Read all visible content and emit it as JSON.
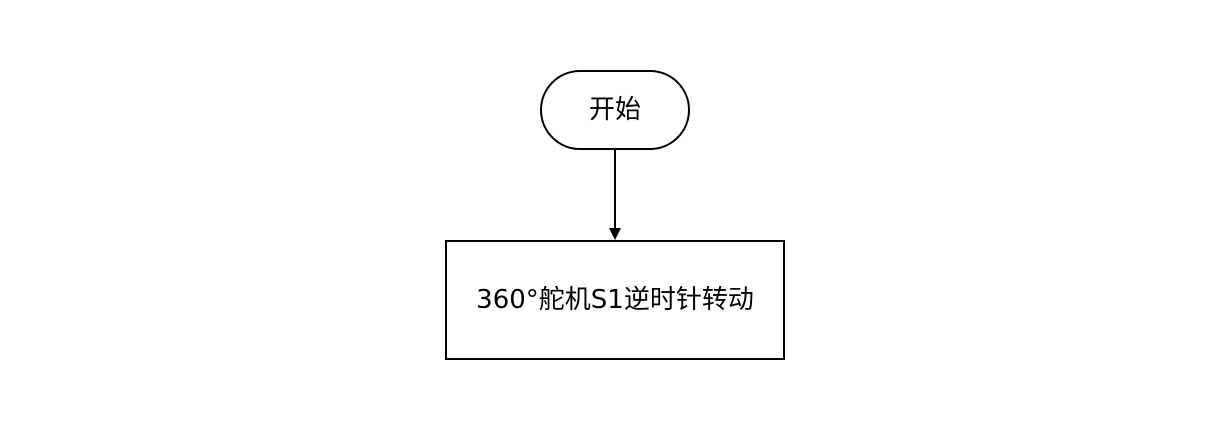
{
  "diagram": {
    "nodes": [
      {
        "id": "start",
        "shape": "terminator",
        "label": "开始"
      },
      {
        "id": "rotate",
        "shape": "process",
        "label": "360°舵机S1逆时针转动"
      }
    ],
    "edges": [
      {
        "from": "start",
        "to": "rotate"
      }
    ]
  },
  "colors": {
    "stroke": "#000000",
    "fill": "#ffffff",
    "text": "#000000"
  }
}
